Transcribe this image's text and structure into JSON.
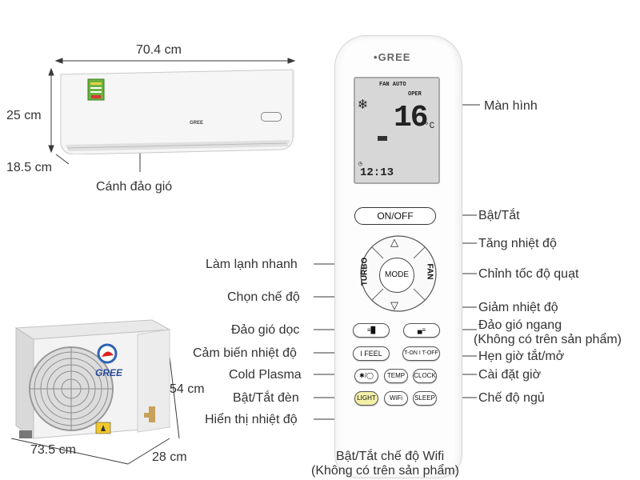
{
  "dimensions": {
    "indoor_width": "70.4 cm",
    "indoor_height": "25 cm",
    "indoor_depth": "18.5 cm",
    "outdoor_height": "54 cm",
    "outdoor_width": "73.5 cm",
    "outdoor_depth": "28 cm"
  },
  "indoor_unit": {
    "brand": "GREE",
    "label": "Cánh đảo gió"
  },
  "outdoor_unit": {
    "brand": "GREE"
  },
  "remote": {
    "brand": "GREE",
    "lcd": {
      "fan": "FAN AUTO",
      "oper": "OPER",
      "temp": "16",
      "unit": "°C",
      "clock": "12:13"
    },
    "buttons": {
      "onoff": "ON/OFF",
      "turbo": "TURBO",
      "mode": "MODE",
      "fan": "FAN",
      "feel": "I FEEL",
      "timer": "T-ON I T-OFF",
      "temp": "TEMP",
      "clock": "CLOCK",
      "light": "LIGHT",
      "wifi": "WiFi",
      "sleep": "SLEEP"
    }
  },
  "callouts": {
    "screen": "Màn hình",
    "on_off": "Bật/Tắt",
    "temp_up": "Tăng nhiệt độ",
    "quick_cool": "Làm lạnh nhanh",
    "fan_speed": "Chỉnh tốc độ quạt",
    "select_mode": "Chọn chế độ",
    "temp_down": "Giảm nhiệt độ",
    "vertical_swing": "Đảo gió dọc",
    "horizontal_swing": "Đảo gió ngang",
    "not_on_product_1": "(Không có trên sản phẩm)",
    "temp_sensor": "Cảm biến nhiệt độ",
    "timer": "Hẹn giờ tắt/mở",
    "cold_plasma": "Cold Plasma",
    "set_clock": "Cài đặt giờ",
    "light": "Bật/Tắt đèn",
    "sleep": "Chế độ ngủ",
    "show_temp": "Hiển thị nhiệt độ",
    "wifi": "Bật/Tắt chế độ Wifi",
    "not_on_product_2": "(Không có trên sản phẩm)"
  }
}
